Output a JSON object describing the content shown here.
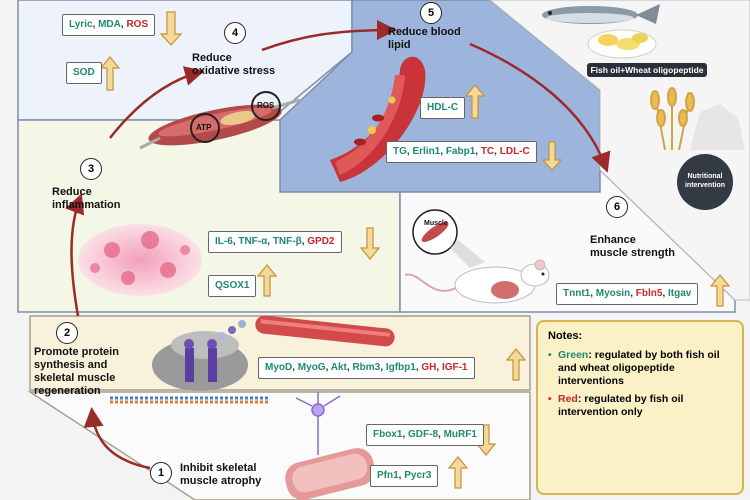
{
  "steps": [
    {
      "num": "1",
      "title": "Inhibit skeletal\nmuscle atrophy"
    },
    {
      "num": "2",
      "title": "Promote protein\nsynthesis and\nskeletal muscle\nregeneration"
    },
    {
      "num": "3",
      "title": "Reduce\ninflammation"
    },
    {
      "num": "4",
      "title": "Reduce\noxidative stress"
    },
    {
      "num": "5",
      "title": "Reduce blood\nlipid"
    },
    {
      "num": "6",
      "title": "Enhance\nmuscle strength"
    }
  ],
  "boxes": {
    "oxidative_up": [
      [
        {
          "t": "Lyric",
          "c": "g"
        },
        {
          "t": "MDA",
          "c": "g"
        },
        {
          "t": "ROS",
          "c": "r"
        }
      ]
    ],
    "sod": [
      {
        "t": "SOD",
        "c": "g"
      }
    ],
    "hdl": [
      {
        "t": "HDL-C",
        "c": "g"
      }
    ],
    "lipid": [
      {
        "t": "TG",
        "c": "g"
      },
      {
        "t": "Erlin1",
        "c": "g"
      },
      {
        "t": "Fabp1",
        "c": "g"
      },
      {
        "t": "TC",
        "c": "r"
      },
      {
        "t": "LDL-C",
        "c": "r"
      }
    ],
    "inflam": [
      {
        "t": "IL-6",
        "c": "g"
      },
      {
        "t": "TNF-α",
        "c": "g"
      },
      {
        "t": "TNF-β",
        "c": "g"
      },
      {
        "t": "GPD2",
        "c": "r"
      }
    ],
    "qsox": [
      {
        "t": "QSOX1",
        "c": "g"
      }
    ],
    "strength": [
      {
        "t": "Tnnt1",
        "c": "g"
      },
      {
        "t": "Myosin",
        "c": "g"
      },
      {
        "t": "Fbln5",
        "c": "r"
      },
      {
        "t": "Itgav",
        "c": "g"
      }
    ],
    "synth": [
      {
        "t": "MyoD",
        "c": "g"
      },
      {
        "t": "MyoG",
        "c": "g"
      },
      {
        "t": "Akt",
        "c": "g"
      },
      {
        "t": "Rbm3",
        "c": "g"
      },
      {
        "t": "Igfbp1",
        "c": "g"
      },
      {
        "t": "GH",
        "c": "r"
      },
      {
        "t": "IGF-1",
        "c": "r"
      }
    ],
    "atrophy": [
      {
        "t": "Fbox1",
        "c": "g"
      },
      {
        "t": "GDF-8",
        "c": "g"
      },
      {
        "t": "MuRF1",
        "c": "g"
      }
    ],
    "pfn": [
      {
        "t": "Pfn1",
        "c": "g"
      },
      {
        "t": "Pycr3",
        "c": "g"
      }
    ]
  },
  "labels": {
    "fish_oil": "Fish oil+Wheat oligopeptide",
    "nutritional": "Nutritional\nintervention",
    "muscle": "Muscle",
    "atp": "ATP",
    "ros": "ROS"
  },
  "notes": {
    "title": "Notes:",
    "green_word": "Green",
    "green_text": ": regulated by both fish oil and wheat oligopeptide interventions",
    "red_word": "Red",
    "red_text": ": regulated by fish oil intervention only"
  },
  "colors": {
    "green": "#1e8a6e",
    "red": "#c62828",
    "blue_panel": "#9db5dc",
    "cream_panel": "#f8f1dc",
    "arrow": "#9b2a2a",
    "arrow_box": "#d9a24d"
  }
}
